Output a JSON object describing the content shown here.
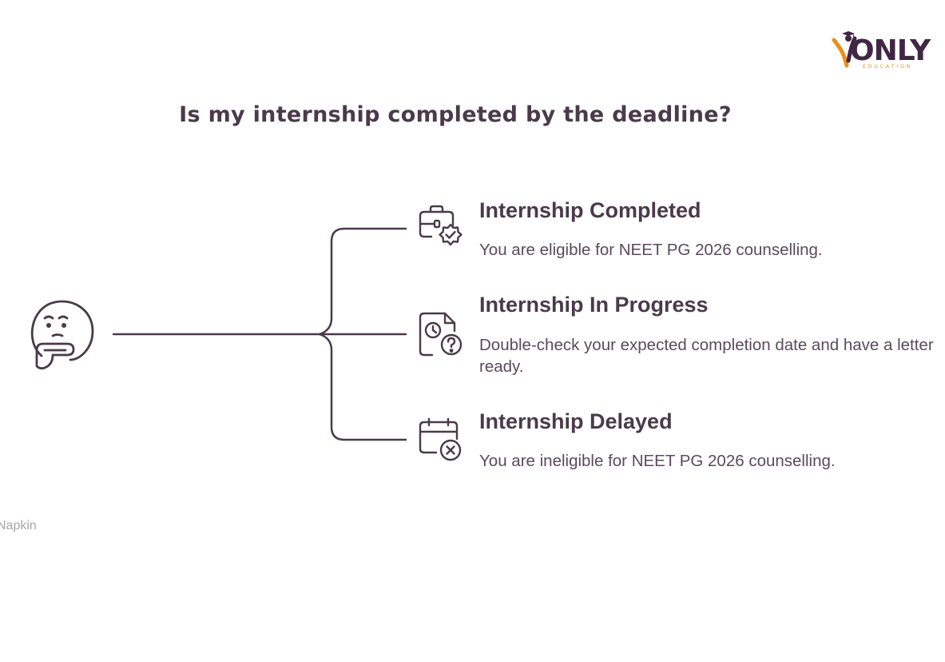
{
  "logo": {
    "word": "ONLY",
    "sub": "EDUCATION",
    "accent_color": "#e8901a",
    "brand_color": "#402744",
    "icon": "graduate-figure-icon"
  },
  "title": "Is my internship completed by the deadline?",
  "root_icon": "thinking-face-icon",
  "branches": [
    {
      "icon": "briefcase-check-icon",
      "heading": "Internship Completed",
      "description": "You are eligible for NEET PG 2026 counselling."
    },
    {
      "icon": "document-clock-question-icon",
      "heading": "Internship In Progress",
      "description": "Double-check your expected completion date and have a letter ready."
    },
    {
      "icon": "calendar-cross-icon",
      "heading": "Internship Delayed",
      "description": "You are ineligible for NEET PG 2026 counselling."
    }
  ],
  "colors": {
    "line": "#4a3a4a",
    "text": "#4a3a4a"
  },
  "watermark": "Napkin"
}
